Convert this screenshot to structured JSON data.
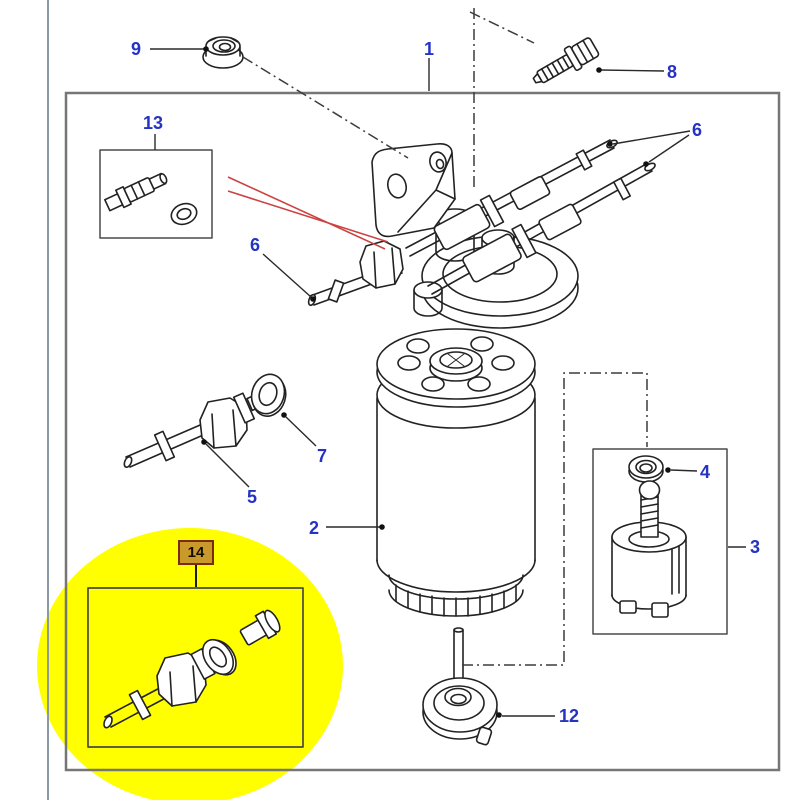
{
  "diagram": {
    "title_hint": "exploded parts diagram",
    "callouts": [
      {
        "id": "callout-9",
        "label": "9"
      },
      {
        "id": "callout-1",
        "label": "1"
      },
      {
        "id": "callout-8",
        "label": "8"
      },
      {
        "id": "callout-13",
        "label": "13"
      },
      {
        "id": "callout-6-right",
        "label": "6"
      },
      {
        "id": "callout-6-left",
        "label": "6"
      },
      {
        "id": "callout-7",
        "label": "7"
      },
      {
        "id": "callout-5",
        "label": "5"
      },
      {
        "id": "callout-2",
        "label": "2"
      },
      {
        "id": "callout-4",
        "label": "4"
      },
      {
        "id": "callout-3",
        "label": "3"
      },
      {
        "id": "callout-12",
        "label": "12"
      }
    ],
    "highlighted_callout": {
      "label": "14"
    },
    "colors": {
      "callout_text": "#2433c4",
      "highlight_ellipse": "#ffff00",
      "highlight_tag_bg": "#c9992b",
      "highlight_tag_border": "#7b2b10",
      "red_reference_line": "#cc4242",
      "line_art": "#222222",
      "border_box": "#767676",
      "page_edge_line": "#8b99a3"
    }
  }
}
